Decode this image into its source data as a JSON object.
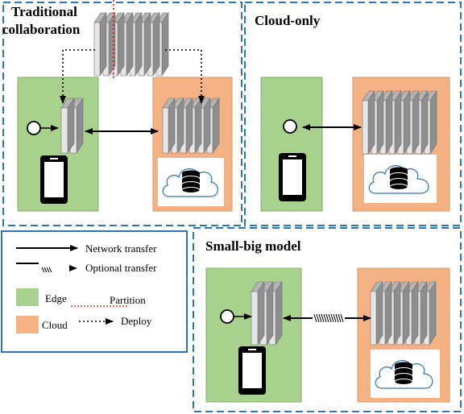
{
  "panels": {
    "traditional": {
      "title_line1": "Traditional",
      "title_line2": "collaboration"
    },
    "cloud_only": {
      "title": "Cloud-only"
    },
    "small_big": {
      "title": "Small-big model"
    }
  },
  "legend": {
    "network_transfer": "Network transfer",
    "optional_transfer": "Optional transfer",
    "edge": "Edge",
    "partition": "Partition",
    "cloud": "Cloud",
    "deploy": "Deploy"
  },
  "colors": {
    "edge": "#A9D18E",
    "cloud": "#F4B183",
    "panel_border": "#2E75B6",
    "partition": "#FF0000",
    "layer_face": "#E7E6E6",
    "layer_side": "#8E8E8E"
  },
  "icons": [
    "phone-icon",
    "database-icon",
    "cloud-icon",
    "input-node-icon"
  ]
}
